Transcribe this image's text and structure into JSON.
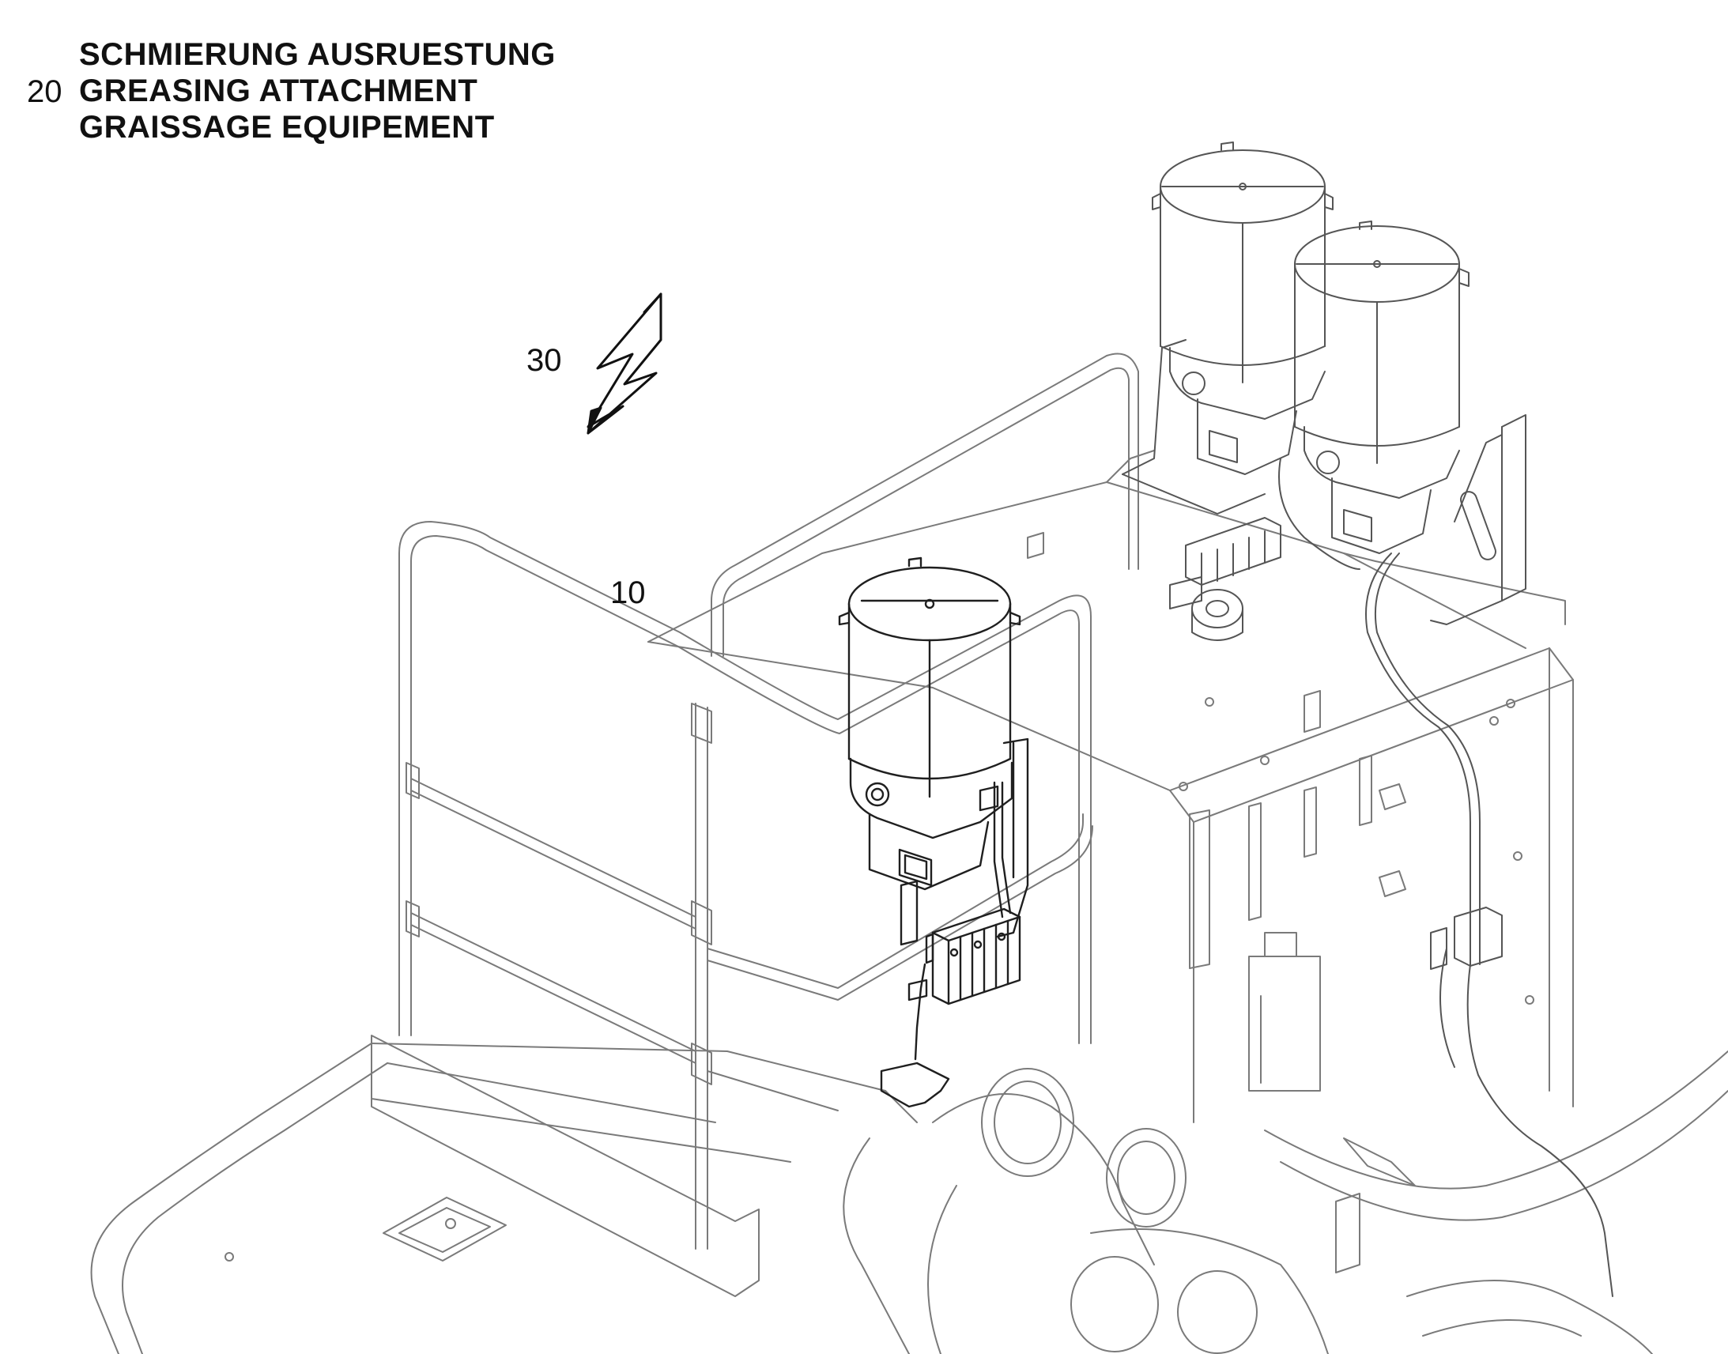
{
  "title": {
    "line_de": "SCHMIERUNG AUSRUESTUNG",
    "line_en": "GREASING ATTACHMENT",
    "line_fr": "GRAISSAGE EQUIPEMENT"
  },
  "callouts": {
    "item_20": "20",
    "item_30": "30",
    "item_10": "10"
  },
  "icons": {
    "electric_symbol": "lightning-bolt-icon"
  },
  "colors": {
    "line": "#2a2a2a",
    "light_line": "#8a8a8a",
    "background": "#ffffff"
  }
}
